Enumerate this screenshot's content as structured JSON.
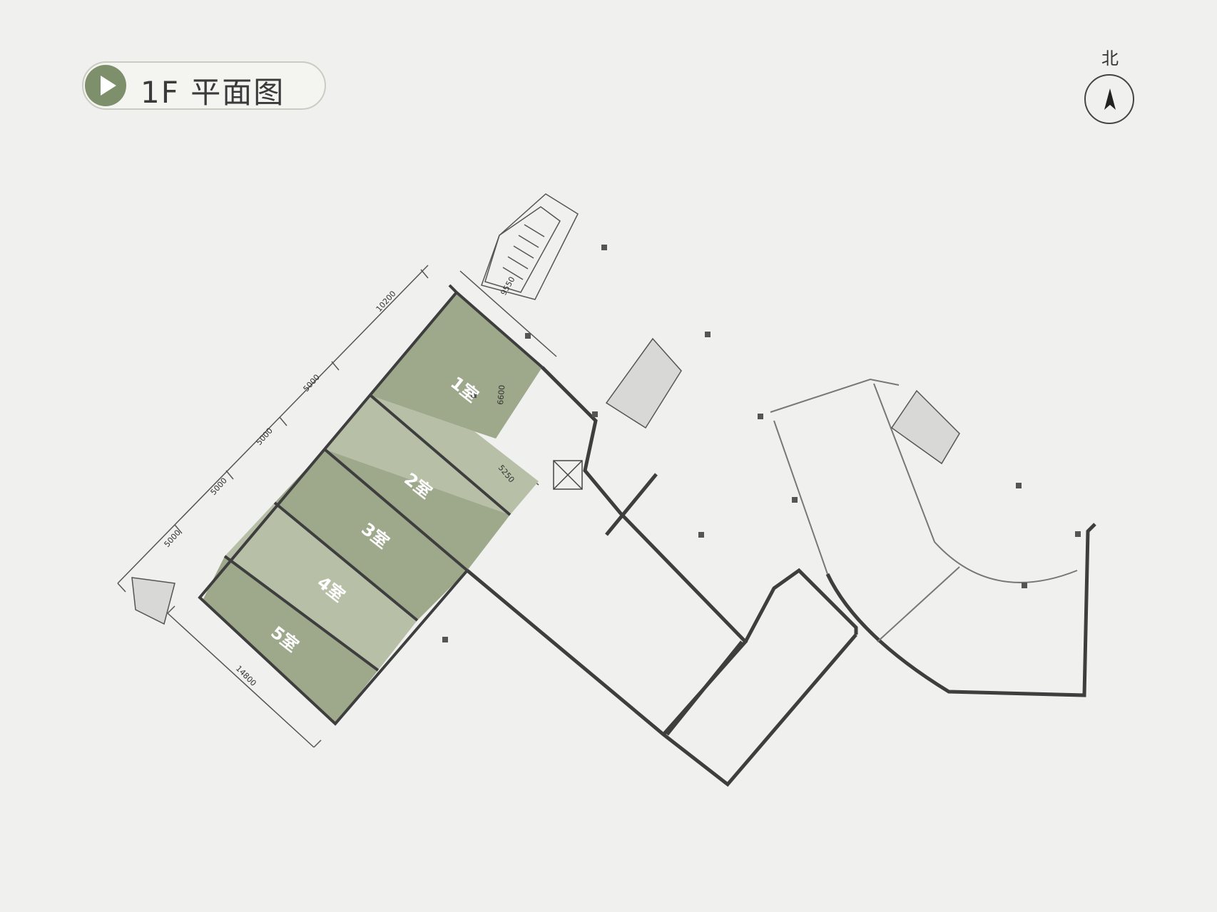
{
  "header": {
    "title": "1F 平面图",
    "play_icon": "play-icon"
  },
  "compass": {
    "label": "北",
    "icon": "north-arrow-icon"
  },
  "rooms": [
    {
      "label": "1室"
    },
    {
      "label": "2室"
    },
    {
      "label": "3室"
    },
    {
      "label": "4室"
    },
    {
      "label": "5室"
    }
  ],
  "dimensions": {
    "d1": "10200",
    "d2": "5000",
    "d3": "5000",
    "d4": "5000",
    "d5": "5000",
    "d6": "14800",
    "d7": "9550",
    "d8": "6600",
    "d9": "5250"
  },
  "colors": {
    "background": "#f0f0ee",
    "room_dark": "#9ea88a",
    "room_light": "#b8bfa7",
    "accent": "#7e8f6c",
    "wall": "#444444"
  }
}
